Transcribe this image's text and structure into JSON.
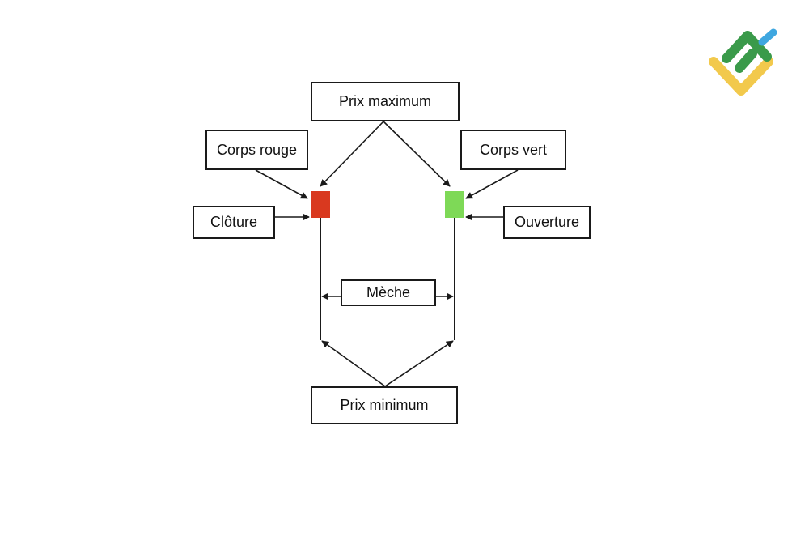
{
  "labels": {
    "high": "Prix maximum",
    "low": "Prix minimum",
    "red_body": "Corps rouge",
    "green_body": "Corps vert",
    "close": "Clôture",
    "open": "Ouverture",
    "wick": "Mèche"
  },
  "colors": {
    "bearish_body": "#d9391f",
    "bullish_body": "#7ed957",
    "line": "#1a1a1a",
    "logo_green": "#3a9a4a",
    "logo_blue": "#3fa7e0",
    "logo_yellow": "#f2c94c"
  },
  "logo": {
    "icon": "brand-logo-icon"
  }
}
